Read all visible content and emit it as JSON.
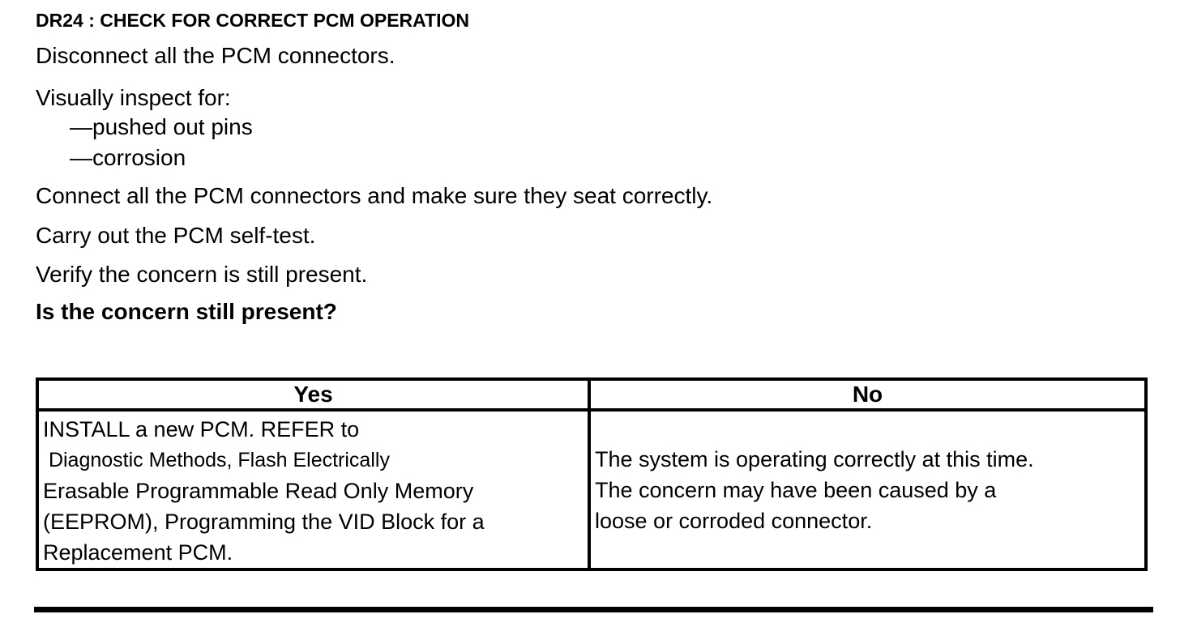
{
  "document": {
    "heading": "DR24 : CHECK FOR CORRECT PCM OPERATION",
    "steps": {
      "disconnect": "Disconnect all the PCM connectors.",
      "inspect_intro": "Visually inspect for:",
      "inspect_items": [
        "—pushed out pins",
        "—corrosion"
      ],
      "connect": "Connect all the PCM connectors and make sure they seat correctly.",
      "self_test": "Carry out the PCM self-test.",
      "verify": "Verify the concern is still present.",
      "question": "Is the concern still present?"
    },
    "decision_table": {
      "yes": {
        "header": "Yes",
        "lines": [
          "INSTALL a new PCM. REFER to",
          " Diagnostic Methods, Flash Electrically",
          "Erasable Programmable Read Only Memory",
          "(EEPROM), Programming the VID Block for a",
          "Replacement PCM."
        ]
      },
      "no": {
        "header": "No",
        "lines": [
          "The system is operating correctly at this time.",
          "The concern may have been caused by a",
          "loose or corroded connector."
        ]
      }
    }
  },
  "colors": {
    "text": "#000000",
    "background": "#ffffff"
  }
}
